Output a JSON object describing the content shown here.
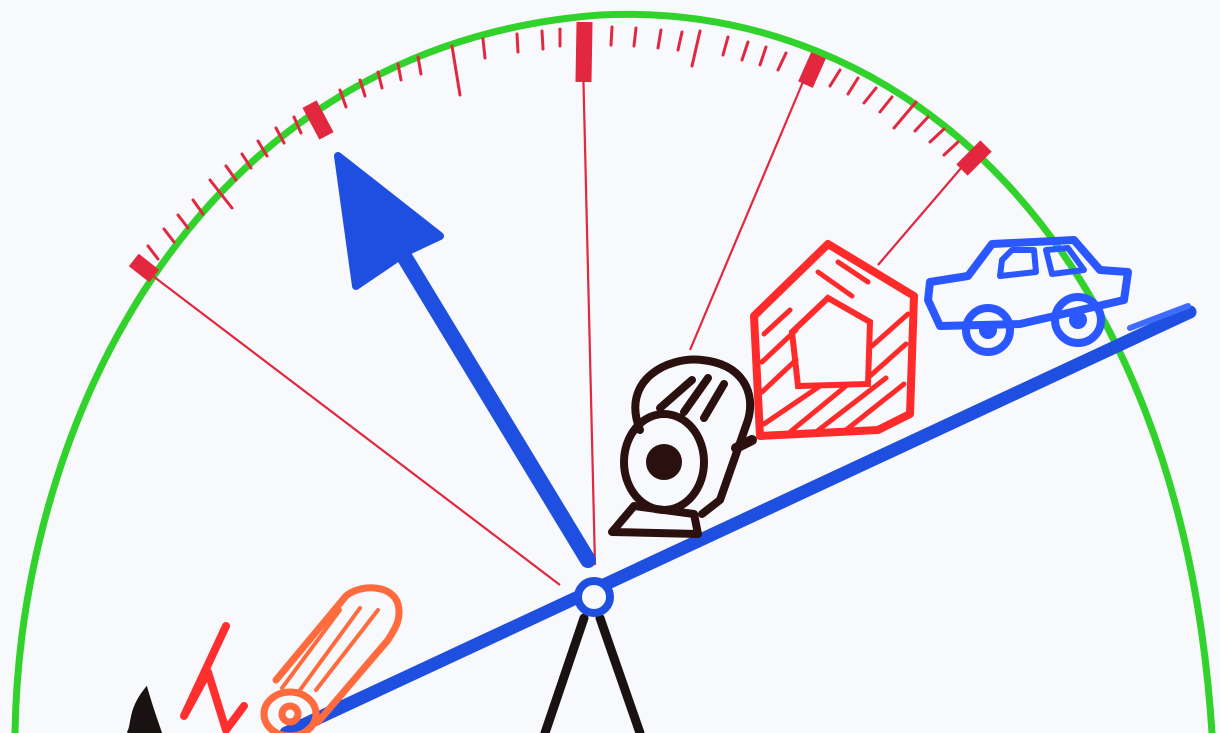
{
  "illustration": {
    "kind": "hand-drawn marker sketch",
    "colors": {
      "background": "#f8f9fc",
      "dial_rim": "#32d22c",
      "ticks": "#e2273e",
      "needle": "#1f4fe0",
      "beam": "#1f4fe0",
      "stand": "#1a1212",
      "house": "#ff2a2a",
      "car": "#2a57ff",
      "roller": "#2b1010",
      "log": "#ff6b3d",
      "lightning": "#ff2f2f"
    },
    "objects": [
      {
        "name": "dial-rim",
        "icon": "semicircle-gauge"
      },
      {
        "name": "needle",
        "icon": "arrow-icon"
      },
      {
        "name": "seesaw-beam",
        "icon": "balance-beam"
      },
      {
        "name": "car",
        "icon": "car-icon"
      },
      {
        "name": "house",
        "icon": "house-icon"
      },
      {
        "name": "roller",
        "icon": "roller-icon"
      },
      {
        "name": "log",
        "icon": "log-icon"
      },
      {
        "name": "lightning",
        "icon": "lightning-icon"
      },
      {
        "name": "stand",
        "icon": "tripod-icon"
      }
    ]
  }
}
